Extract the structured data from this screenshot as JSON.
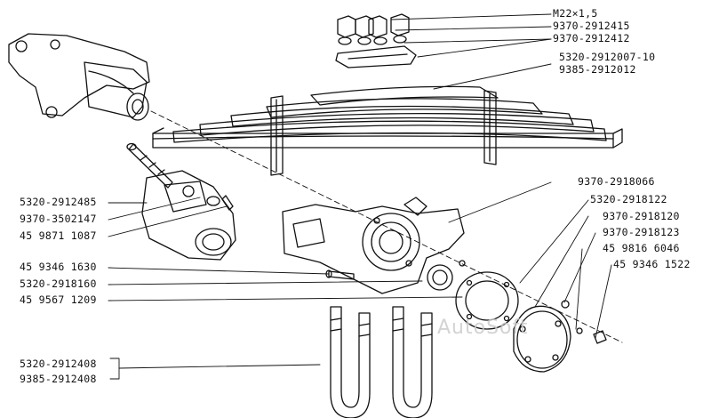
{
  "watermark": "AutoSoft",
  "callouts": {
    "m22": "M22×1,5",
    "nut": "9370-2912415",
    "washer": "9370-2912412",
    "spring": "5320-2912007-10",
    "spring_alt": "9385-2912012",
    "bracket_9370": "9370-2918066",
    "seal_5320": "5320-2918122",
    "gasket": "9370-2918120",
    "cover": "9370-2918123",
    "bolt_6046": "45 9816 6046",
    "washer_1522": "45 9346 1522",
    "pin_2485": "5320-2912485",
    "bolt_2147": "9370-3502147",
    "nut_1087": "45 9871 1087",
    "bolt_1630": "45 9346 1630",
    "hub_8160": "5320-2918160",
    "ring_1209": "45 9567 1209",
    "ubolt": "5320-2912408",
    "ubolt_alt": "9385-2912408"
  }
}
